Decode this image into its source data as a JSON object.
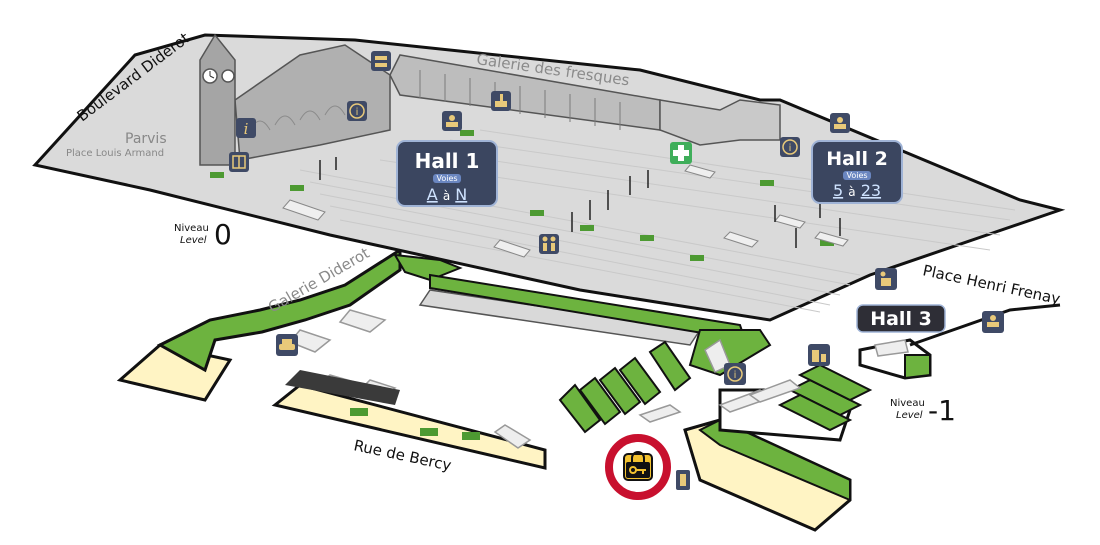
{
  "streets": {
    "boulevard_diderot": "Boulevard Diderot",
    "galerie_fresques": "Galerie des fresques",
    "galerie_diderot": "Galerie Diderot",
    "place_henri_frenay": "Place Henri Frenay",
    "rue_de_bercy": "Rue de Bercy"
  },
  "parvis": {
    "title": "Parvis",
    "subtitle": "Place Louis Armand"
  },
  "halls": {
    "hall1": {
      "title": "Hall 1",
      "voies": "Voies",
      "from": "A",
      "to": "N",
      "sep": "à"
    },
    "hall2": {
      "title": "Hall 2",
      "voies": "Voies",
      "from": "5",
      "to": "23",
      "sep": "à"
    },
    "hall3": {
      "title": "Hall 3"
    }
  },
  "levels": {
    "ground": {
      "fr": "Niveau",
      "en": "Level",
      "number": "0"
    },
    "lower": {
      "fr": "Niveau",
      "en": "Level",
      "number": "-1"
    }
  },
  "colors": {
    "green": "#6db33f",
    "dark_outline": "#111111",
    "roof": "#d2d2d2",
    "highlight_ring": "#c8102e",
    "poi_bg": "#3f4a66",
    "poi_icon": "#e8c97a",
    "hall_box": "#3b4660"
  },
  "icons": [
    "tourist-info-icon",
    "luggage-lockers-icon",
    "info-icon",
    "waiting-room-icon",
    "ticket-office-icon",
    "pharmacy-icon",
    "info-icon-hall2",
    "service-desk-icon",
    "meeting-point-icon",
    "accessibility-icon",
    "taxi-icon",
    "info-icon-lower",
    "elevator-lower-icon",
    "lockers-icon-lower",
    "luggage-highlight-icon"
  ]
}
